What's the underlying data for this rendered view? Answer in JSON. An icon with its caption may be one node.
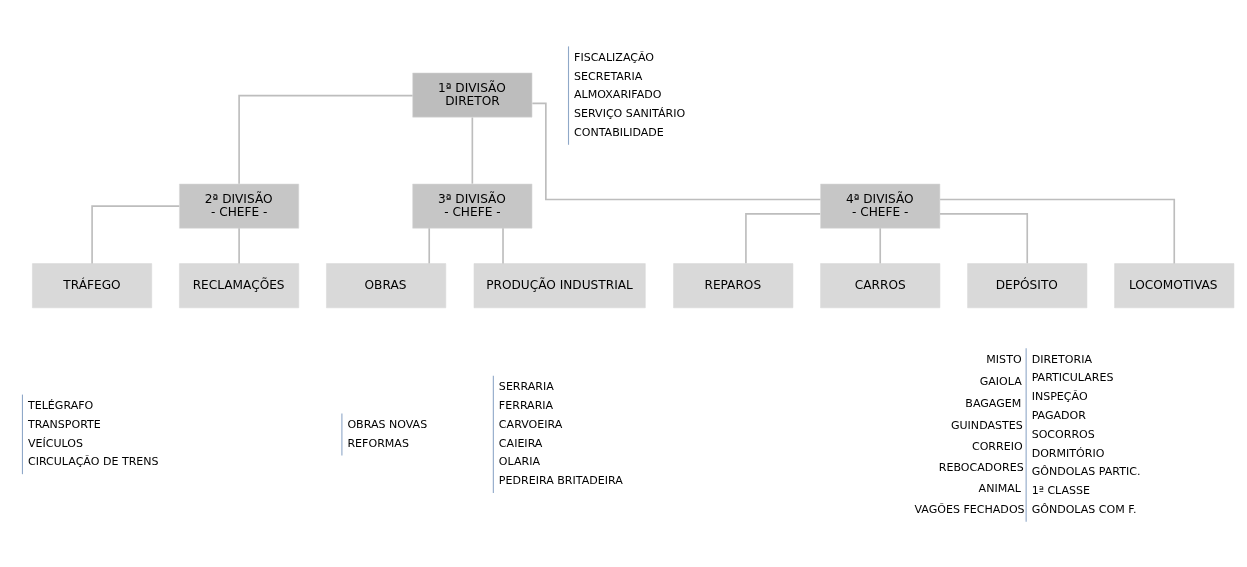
{
  "diagram": {
    "nodes": [
      {
        "text": [
          "1ª DIVISÃO",
          "DIRETOR"
        ],
        "beside": [
          "FISCALIZAÇÃO",
          "SECRETARIA",
          "ALMOXARIFADO",
          "SERVIÇO SANITÁRIO",
          "CONTABILIDADE"
        ]
      },
      {
        "text": [
          "2ª DIVISÃO",
          "- CHEFE -"
        ]
      },
      {
        "text": [
          "3ª DIVISÃO",
          "- CHEFE -"
        ]
      },
      {
        "text": [
          "4ª DIVISÃO",
          "- CHEFE -"
        ]
      },
      {
        "text": [
          "TRÁFEGO"
        ],
        "beside": [
          "TELÉGRAFO",
          "TRANSPORTE",
          "VEÍCULOS",
          "CIRCULAÇÃO DE TRENS"
        ]
      },
      {
        "text": [
          "RECLAMAÇÕES"
        ]
      },
      {
        "text": [
          "OBRAS"
        ],
        "beside": [
          "OBRAS NOVAS",
          "REFORMAS"
        ]
      },
      {
        "text": [
          "PRODUÇÃO INDUSTRIAL"
        ],
        "beside": [
          "SERRARIA",
          "FERRARIA",
          "CARVOEIRA",
          "CAIEIRA",
          "OLARIA",
          "PEDREIRA BRITADEIRA"
        ]
      },
      {
        "text": [
          "REPAROS"
        ]
      },
      {
        "text": [
          "CARROS"
        ]
      },
      {
        "text": [
          "DEPÓSITO"
        ],
        "beside": [
          "MISTO",
          "GAIOLA",
          "BAGAGEM",
          "GUINDASTES",
          "CORREIO",
          "REBOCADORES",
          "ANIMAL",
          "VAGÕES FECHADOS",
          "DIRETORIA",
          "PARTICULARES",
          "INSPEÇÃO",
          "PAGADOR",
          "SOCORROS",
          "DORMITÓRIO",
          "GÔNDOLAS PARTIC.",
          "1ª CLASSE",
          "GÔNDOLAS COM F."
        ]
      },
      {
        "text": [
          "LOCOMOTIVAS"
        ]
      }
    ],
    "edges": [
      {
        "from": 0,
        "to": 1,
        "arrow": "none"
      },
      {
        "from": 0,
        "to": 2,
        "arrow": "none"
      },
      {
        "from": 0,
        "to": 3,
        "arrow": "none"
      },
      {
        "from": 1,
        "to": 4,
        "arrow": "none"
      },
      {
        "from": 1,
        "to": 5,
        "arrow": "none"
      },
      {
        "from": 2,
        "to": 6,
        "arrow": "none"
      },
      {
        "from": 2,
        "to": 7,
        "arrow": "none"
      },
      {
        "from": 3,
        "to": 8,
        "arrow": "none"
      },
      {
        "from": 3,
        "to": 9,
        "arrow": "none"
      },
      {
        "from": 3,
        "to": 10,
        "arrow": "none"
      },
      {
        "from": 3,
        "to": 11,
        "arrow": "none"
      }
    ]
  }
}
